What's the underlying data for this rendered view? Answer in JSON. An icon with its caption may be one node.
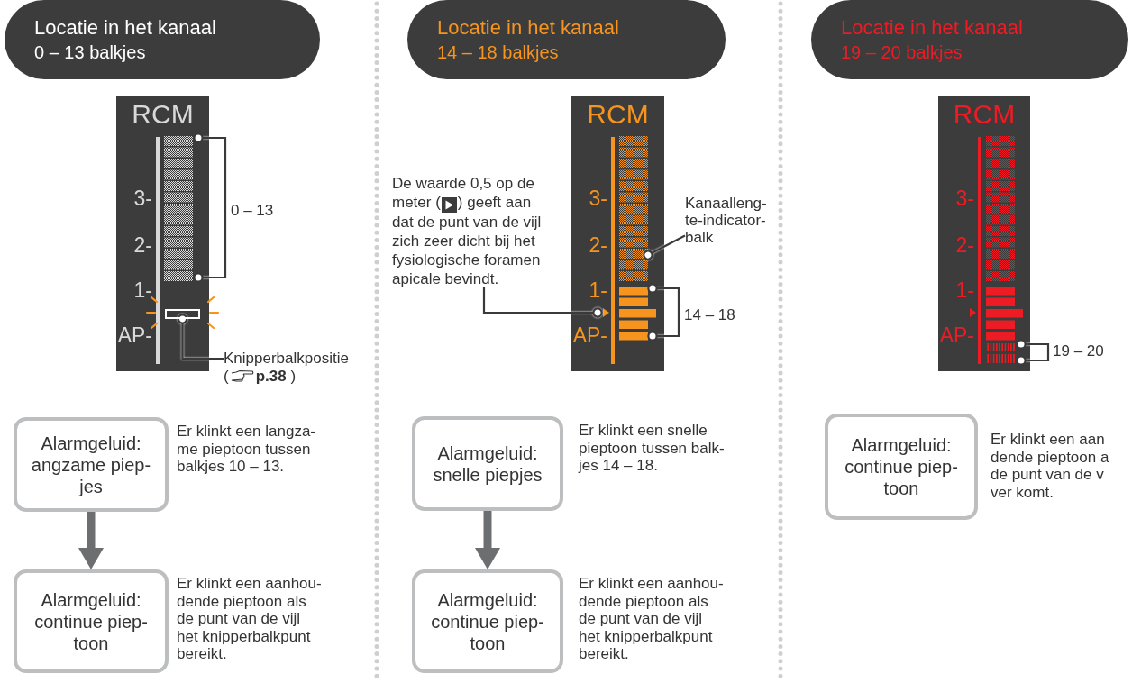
{
  "diagram": {
    "nodes": [
      {
        "text": [
          "Locatie in het kanaal",
          "0 – 13 balkjes"
        ]
      },
      {
        "text": [
          "RCM",
          "3-",
          "2-",
          "1-",
          "AP-"
        ]
      },
      {
        "text": [],
        "shape": "bar",
        "in": 1
      },
      {
        "text": [
          "Knipperbalkpositie",
          "(",
          "**p.38** )"
        ]
      },
      {
        "text": [
          "Alarmgeluid: angzame piep- jes"
        ],
        "beside": [
          "Er klinkt een langza- me pieptoon tussen balkjes 10 – 13."
        ]
      },
      {
        "text": [
          "Alarmgeluid: continue piep- toon"
        ],
        "beside": [
          "Er klinkt een aanhou- dende pieptoon als de punt van de vijl het knipperbalkpunt bereikt."
        ]
      },
      {
        "text": [
          "Locatie in het kanaal",
          "14 – 18 balkjes"
        ]
      },
      {
        "text": [
          "De waarde 0,5 op de meter (",
          ") geeft aan dat de punt van de vijl zich zeer dicht bij het fysiologische foramen apicale bevindt."
        ]
      },
      {
        "text": [
          "RCM",
          "3-",
          "2-",
          "1-",
          "AP-"
        ]
      },
      {
        "text": [
          "Kanaalleng- te-indicator- balk"
        ]
      },
      {
        "text": [
          "Alarmgeluid: snelle piepjes"
        ],
        "beside": [
          "Er klinkt een snelle pieptoon tussen balk- jes 14 – 18."
        ]
      },
      {
        "text": [
          "Alarmgeluid: continue piep- toon"
        ],
        "beside": [
          "Er klinkt een aanhou- dende pieptoon als de punt van de vijl het knipperbalkpunt bereikt."
        ]
      },
      {
        "text": [
          "Locatie in het kanaal",
          "19 – 20 balkjes"
        ]
      },
      {
        "text": [
          "RCM",
          "3-",
          "2-",
          "1-",
          "AP-"
        ]
      },
      {
        "text": [
          "Alarmgeluid: continue piep- toon"
        ],
        "beside": [
          "Er klinkt een aan dende pieptoon a de punt van de v ver komt."
        ]
      },
      {
        "text": [],
        "shape": "triangle",
        "in": 8
      },
      {
        "text": [],
        "shape": "column",
        "in": 8
      }
    ],
    "edges": [
      {
        "from": 3,
        "to": 2,
        "arrow": "other"
      },
      {
        "from": 4,
        "to": 5,
        "arrow": "to",
        "style": "thick",
        "color": "#6d6e70"
      },
      {
        "from": 7,
        "to": 15,
        "arrow": "other"
      },
      {
        "from": 9,
        "to": 16,
        "arrow": "other"
      },
      {
        "from": 10,
        "to": 11,
        "arrow": "to",
        "style": "thick",
        "color": "#6d6e70"
      }
    ],
    "labels": [
      "0 – 13",
      "14 – 18",
      "19 – 20"
    ]
  }
}
